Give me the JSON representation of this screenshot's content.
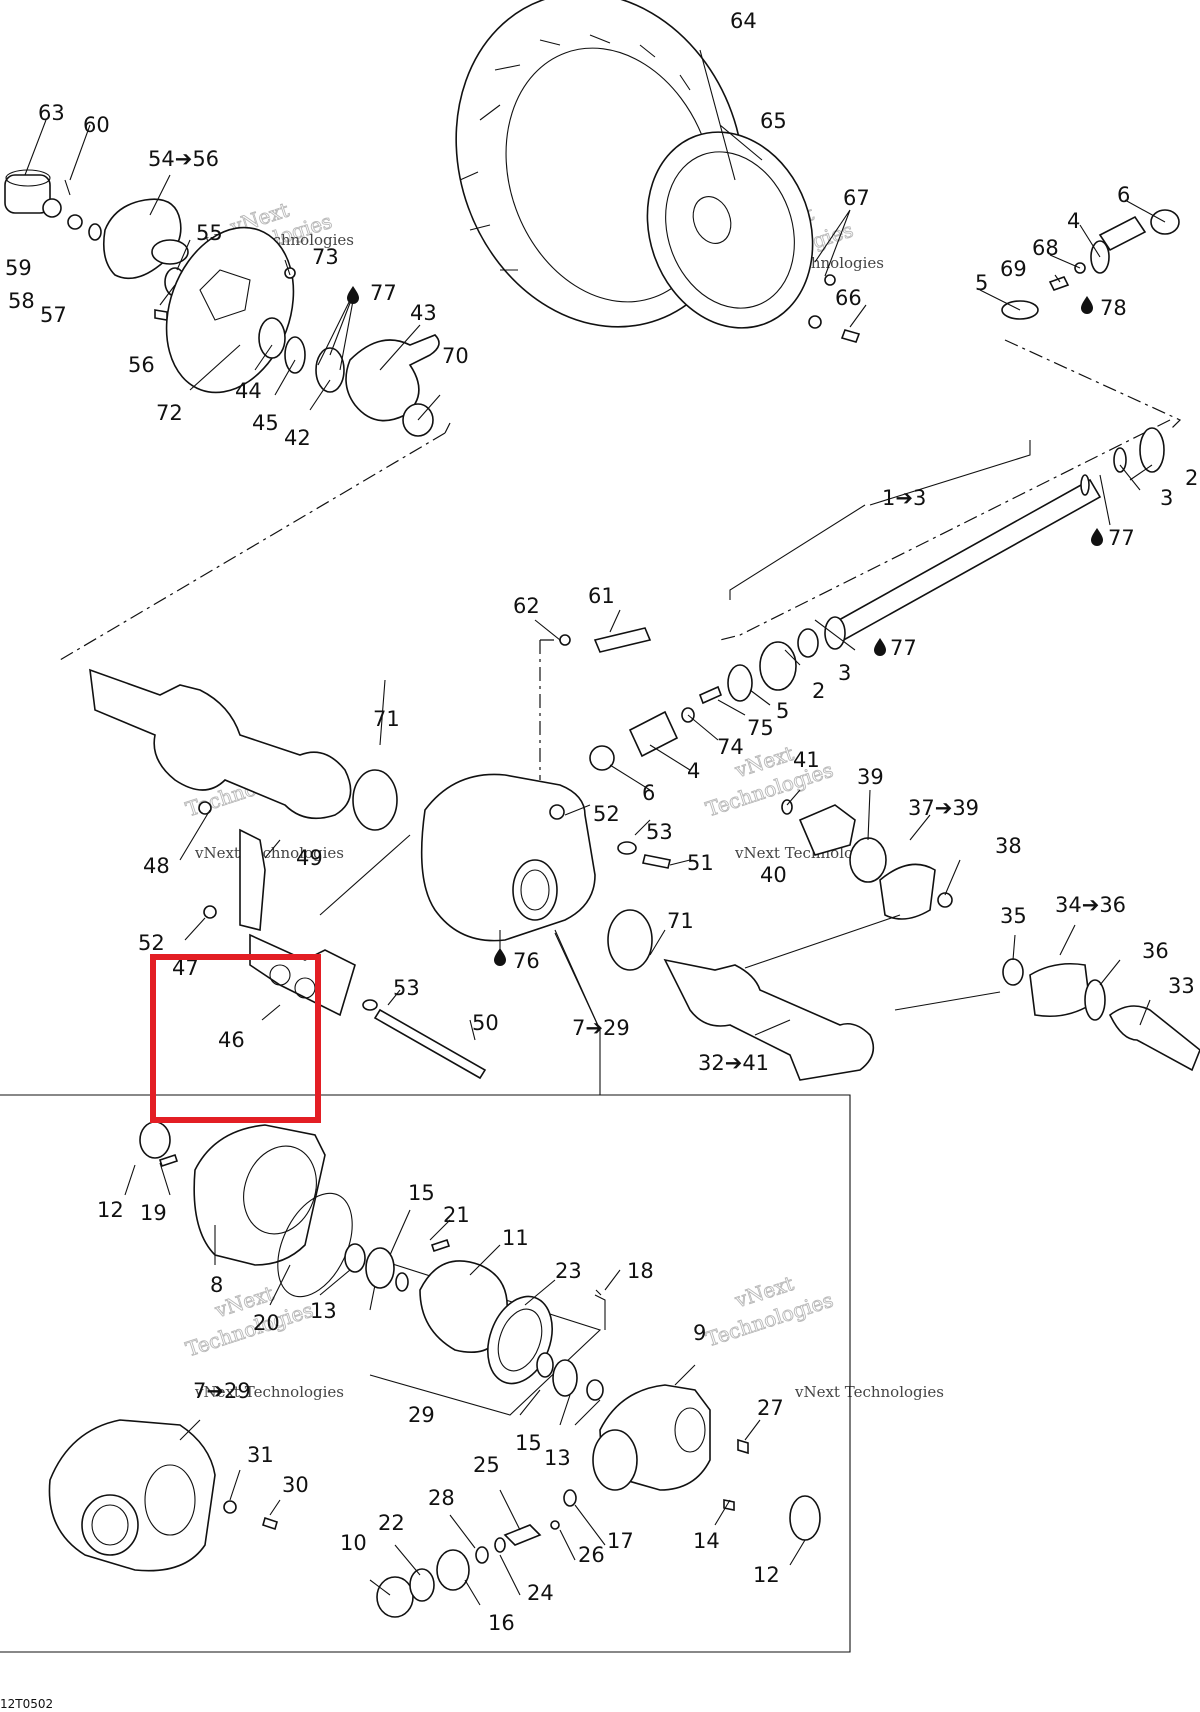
{
  "drawing_code": "12T0502",
  "watermark": {
    "line1": "vNext",
    "line2": "Technologies",
    "small": "vNext Technologies"
  },
  "highlight": {
    "color": "#e31e24",
    "target_label": "46"
  },
  "drop_icon": "oil-drop-icon",
  "labels": {
    "p64": "64",
    "p65": "65",
    "p67": "67",
    "p66": "66",
    "p63": "63",
    "p60": "60",
    "p54": "54➔56",
    "p55": "55",
    "p59": "59",
    "p58": "58",
    "p57": "57",
    "p56": "56",
    "p73": "73",
    "p77a": "77",
    "p72": "72",
    "p44": "44",
    "p45": "45",
    "p42": "42",
    "p43": "43",
    "p70": "70",
    "p6a": "6",
    "p4a": "4",
    "p68": "68",
    "p69": "69",
    "p5a": "5",
    "p78": "78",
    "p2a": "2",
    "p3a": "3",
    "p77b": "77",
    "p1": "1➔3",
    "p62": "62",
    "p61": "61",
    "p77c": "77",
    "p2b": "2",
    "p3b": "3",
    "p5b": "5",
    "p75": "75",
    "p74": "74",
    "p4b": "4",
    "p6b": "6",
    "p71a": "71",
    "p52a": "52",
    "p53a": "53",
    "p51": "51",
    "p48": "48",
    "p49": "49",
    "p52b": "52",
    "p47": "47",
    "p46": "46",
    "p53b": "53",
    "p50": "50",
    "p76": "76",
    "p71b": "71",
    "p7a": "7➔29",
    "p41": "41",
    "p39": "39",
    "p37": "37➔39",
    "p38": "38",
    "p40": "40",
    "p35": "35",
    "p34": "34➔36",
    "p36": "36",
    "p33": "33",
    "p32": "32➔41",
    "p12a": "12",
    "p19": "19",
    "p8": "8",
    "p20": "20",
    "p13a": "13",
    "p15a": "15",
    "p21": "21",
    "p11": "11",
    "p23": "23",
    "p18": "18",
    "p29": "29",
    "p15b": "15",
    "p13b": "13",
    "p9": "9",
    "p27": "27",
    "p7b": "7➔29",
    "p31": "31",
    "p30": "30",
    "p25": "25",
    "p28": "28",
    "p22": "22",
    "p10": "10",
    "p16": "16",
    "p24": "24",
    "p26": "26",
    "p17": "17",
    "p14": "14",
    "p12b": "12"
  }
}
